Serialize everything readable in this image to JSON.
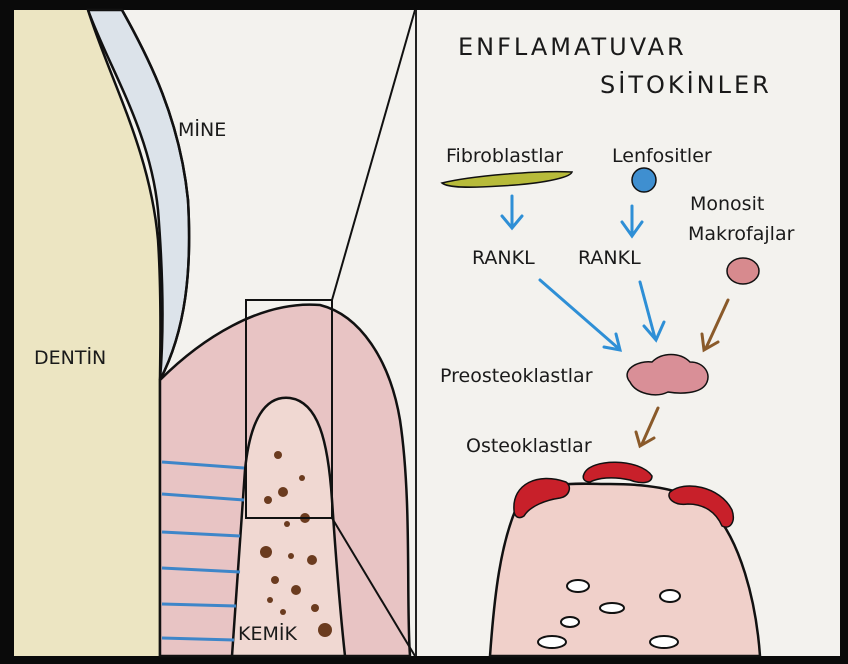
{
  "left_panel": {
    "labels": {
      "mine": "MİNE",
      "dentin": "DENTİN",
      "kemik": "KEMİK"
    }
  },
  "right_panel": {
    "title_line1": "ENFLAMATUVAR",
    "title_line2": "SİTOKİNLER",
    "labels": {
      "fibroblastlar": "Fibroblastlar",
      "lenfositler": "Lenfositler",
      "monosit_line1": "Monosit",
      "monosit_line2": "Makrofajlar",
      "rankl_left": "RANKL",
      "rankl_right": "RANKL",
      "preosteoklastlar": "Preosteoklastlar",
      "osteoklastlar": "Osteoklastlar"
    }
  },
  "colors": {
    "frame": "#0a0a0a",
    "paper": "#f3f2ee",
    "dentin": "#ece5c2",
    "enamel": "#dce3ea",
    "gingiva": "#e8c4c4",
    "bone": "#f0d8d2",
    "bone_dots": "#6b3b1f",
    "ligament_lines": "#3e86c9",
    "blue_arrow": "#2e8fd6",
    "brown_arrow": "#8a5a2a",
    "fibroblast": "#b7bb3a",
    "lymphocyte": "#3f8fd0",
    "monocyte": "#d78a8e",
    "preosteoclast": "#d98f97",
    "osteoclast": "#c8202a"
  }
}
